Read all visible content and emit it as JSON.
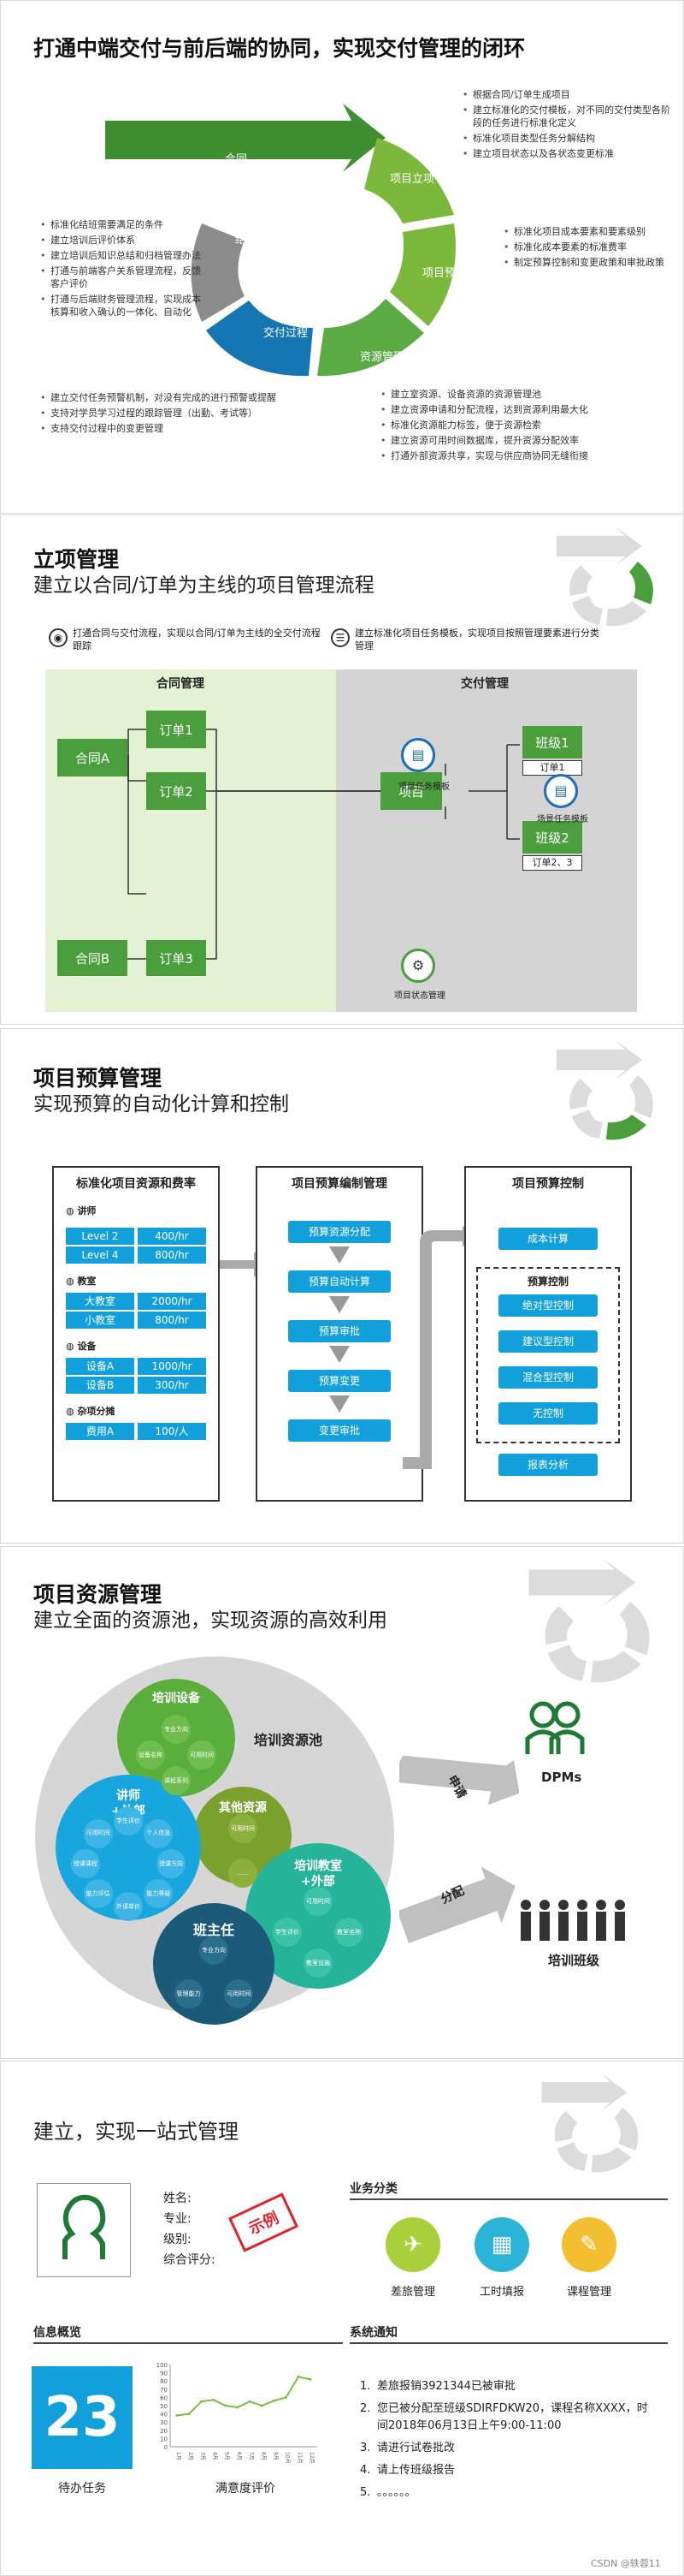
{
  "s1": {
    "title": "打通中端交付与前后端的协同，实现交付管理的闭环",
    "seg": {
      "contract": "合同",
      "setup": "项目立项",
      "budget": "项目预算",
      "resource": "资源管理",
      "delivery": "交付过程",
      "close": "结班"
    },
    "tr": [
      "根据合同/订单生成项目",
      "建立标准化的交付模板，对不同的交付类型各阶段的任务进行标准化定义",
      "标准化项目类型任务分解结构",
      "建立项目状态以及各状态变更标准"
    ],
    "rt": [
      "标准化项目成本要素和要素级别",
      "标准化成本要素的标准费率",
      "制定预算控制和变更政策和审批政策"
    ],
    "bt": [
      "建立室资源、设备资源的资源管理池",
      "建立资源申请和分配流程，达到资源利用最大化",
      "标准化资源能力标签，便于资源检索",
      "建立资源可用时间数据库，提升资源分配效率",
      "打通外部资源共享，实现与供应商协同无缝衔接"
    ],
    "lt": [
      "标准化结班需要满足的条件",
      "建立培训后评价体系",
      "建立培训后知识总结和归档管理办法",
      "打通与前端客户关系管理流程，反馈客户评价",
      "打通与后端财务管理流程，实现成本核算和收入确认的一体化、自动化"
    ],
    "lb": [
      "建立交付任务预警机制，对没有完成的进行预警或提醒",
      "支持对学员学习过程的跟踪管理（出勤、考试等）",
      "支持交付过程中的变更管理"
    ]
  },
  "s2": {
    "title": "立项管理",
    "subtitle": "建立以合同/订单为主线的项目管理流程",
    "note1": "打通合同与交付流程，实现以合同/订单为主线的全交付流程跟踪",
    "note2": "建立标准化项目任务模板，实现项目按照管理要素进行分类管理",
    "left_head": "合同管理",
    "right_head": "交付管理",
    "contract_a": "合同A",
    "contract_b": "合同B",
    "order1": "订单1",
    "order2": "订单2",
    "order3": "订单3",
    "project": "项目",
    "class1": "班级1",
    "class2": "班级2",
    "class1_tag": "订单1",
    "class2_tag": "订单2、3",
    "tpl_label": "项目任务模板",
    "scene_label": "场景任务模板",
    "status_label": "项目状态管理"
  },
  "s3": {
    "title": "项目预算管理",
    "subtitle": "实现预算的自动化计算和控制",
    "col1": "标准化项目资源和费率",
    "col2": "项目预算编制管理",
    "col3": "项目预算控制",
    "g1": "讲师",
    "g2": "教室",
    "g3": "设备",
    "g4": "杂项分摊",
    "rows": [
      [
        "Level 2",
        "400/hr"
      ],
      [
        "Level 4",
        "800/hr"
      ],
      [
        "大教室",
        "2000/hr"
      ],
      [
        "小教室",
        "800/hr"
      ],
      [
        "设备A",
        "1000/hr"
      ],
      [
        "设备B",
        "300/hr"
      ],
      [
        "费用A",
        "100/人"
      ]
    ],
    "steps": [
      "预算资源分配",
      "预算自动计算",
      "预算审批",
      "预算变更",
      "变更审批"
    ],
    "cost": "成本计算",
    "ctrl_title": "预算控制",
    "ctrl": [
      "绝对型控制",
      "建议型控制",
      "混合型控制",
      "无控制"
    ],
    "report": "报表分析"
  },
  "s4": {
    "title": "项目资源管理",
    "subtitle": "建立全面的资源池，实现资源的高效利用",
    "pool": "培训资源池",
    "equip": "培训设备",
    "teacher": "讲师\n+外部",
    "other": "其他资源",
    "room": "培训教室\n+外部",
    "lead": "班主任",
    "apply": "申请",
    "assign": "分配",
    "dpms": "DPMs",
    "cls": "培训班级",
    "small_e": [
      "专业方向",
      "可用时间",
      "课程系列",
      "设备名称"
    ],
    "small_t": [
      "学生评价",
      "个人信息",
      "授课方向",
      "能力等级",
      "外请单价",
      "能力评估",
      "授课课程",
      "可用时间"
    ],
    "small_o": [
      "可用时间",
      "……"
    ],
    "small_r": [
      "可用时间",
      "教室名称",
      "教室设施",
      "学生评价"
    ],
    "small_l": [
      "专业方向",
      "可用时间",
      "管理能力"
    ]
  },
  "s5": {
    "title": "建立，实现一站式管理",
    "fields": [
      "姓名:",
      "专业:",
      "级别:",
      "综合评分:"
    ],
    "stamp": "示例",
    "biz_head": "业务分类",
    "biz": [
      "差旅管理",
      "工时填报",
      "课程管理"
    ],
    "info_head": "信息概览",
    "count": "23",
    "count_label": "待办任务",
    "chart_label": "满意度评价",
    "notice_head": "系统通知",
    "notices": [
      "差旅报销3921344已被审批",
      "您已被分配至班级SDIRFDKW20，课程名称XXXX，时间2018年06月13日上午9:00-11:00",
      "请进行试卷批改",
      "请上传班级报告",
      "。。。。。。"
    ],
    "nums": [
      "1.",
      "2.",
      "3.",
      "4.",
      "5."
    ],
    "watermark": "CSDN @轶蓉11"
  },
  "chart_data": {
    "type": "line",
    "categories": [
      "1月",
      "2月",
      "3月",
      "4月",
      "5月",
      "6月",
      "7月",
      "8月",
      "9月",
      "10月",
      "11月",
      "12月"
    ],
    "values": [
      38,
      40,
      55,
      57,
      50,
      48,
      55,
      50,
      56,
      60,
      85,
      82
    ],
    "ylim": [
      0,
      100
    ],
    "yticks": [
      0,
      10,
      20,
      30,
      40,
      50,
      60,
      70,
      80,
      90,
      100
    ],
    "color": "#7cc043"
  }
}
